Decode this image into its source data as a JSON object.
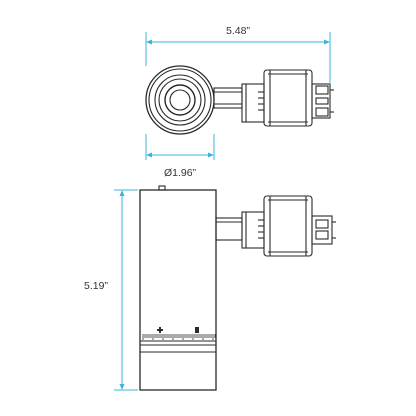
{
  "dimensions": {
    "overall_length": "5.48”",
    "diameter": "Ø1.96”",
    "overall_height": "5.19”"
  },
  "colors": {
    "dimension_line": "#3bb4d8",
    "outline": "#2a2a2a",
    "text": "#333333"
  },
  "views": {
    "top_view": "top-view",
    "side_view": "side-view"
  }
}
